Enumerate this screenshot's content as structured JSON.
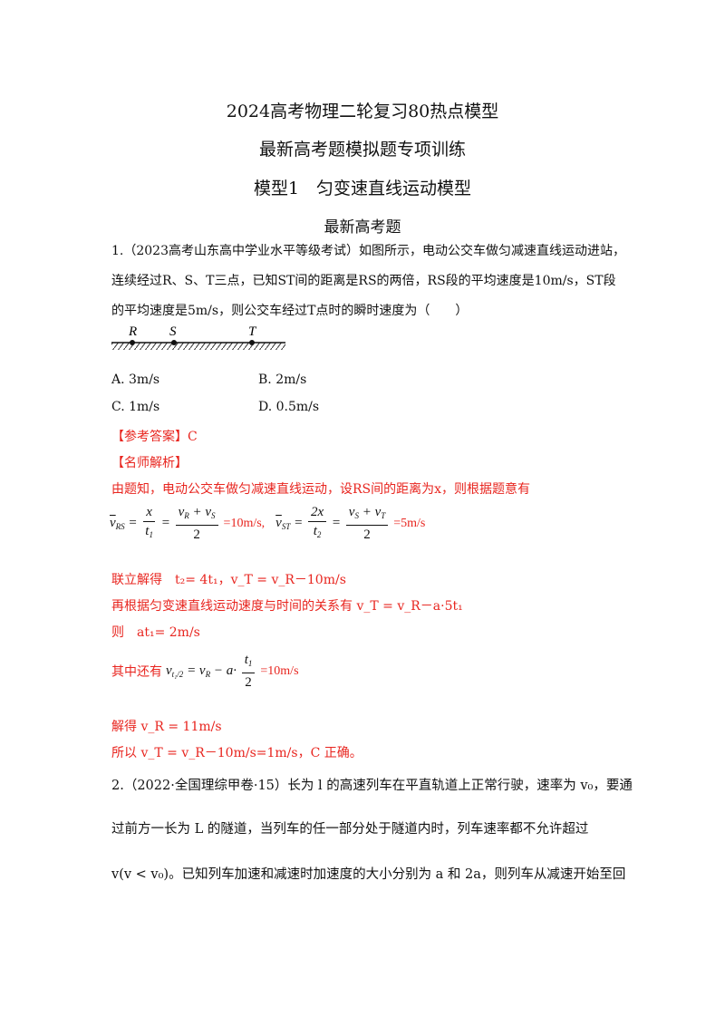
{
  "header": {
    "title1": "2024高考物理二轮复习80热点模型",
    "title2": "最新高考题模拟题专项训练",
    "title3": "模型1　匀变速直线运动模型",
    "section": "最新高考题"
  },
  "q1": {
    "line1": "1.（2023高考山东高中学业水平等级考试）如图所示，电动公交车做匀减速直线运动进站，",
    "line2": "连续经过R、S、T三点，已知ST间的距离是RS的两倍，RS段的平均速度是10m/s，ST段",
    "line3": "的平均速度是5m/s，则公交车经过T点时的瞬时速度为（　　）",
    "figure": {
      "label_r": "R",
      "label_s": "S",
      "label_t": "T"
    },
    "options": {
      "a": "A.  3m/s",
      "b": "B.  2m/s",
      "c": "C.  1m/s",
      "d": "D.  0.5m/s"
    },
    "answer_label": "【参考答案】C",
    "analysis_label": "【名师解析】",
    "analysis_intro": "由题知，电动公交车做匀减速直线运动，设RS间的距离为x，则根据题意有",
    "eq1_result": "=10m/s,",
    "eq2_result": "=5m/s",
    "solve1": "联立解得　t₂= 4t₁，v_T = v_R－10m/s",
    "relation": "再根据匀变速直线运动速度与时间的关系有 v_T = v_R－a·5t₁",
    "then": "则　at₁= 2m/s",
    "also_prefix": "其中还有",
    "also_result": "=10m/s",
    "solve2": "解得 v_R = 11m/s",
    "conclusion": "所以 v_T = v_R－10m/s=1m/s，C 正确。"
  },
  "q2": {
    "line1": "2.（2022·全国理综甲卷·15）长为 l 的高速列车在平直轨道上正常行驶，速率为 v₀，要通",
    "line2": "过前方一长为 L 的隧道，当列车的任一部分处于隧道内时，列车速率都不允许超过",
    "line3": "v(v < v₀)。已知列车加速和减速时加速度的大小分别为 a 和 2a，则列车从减速开始至回"
  }
}
